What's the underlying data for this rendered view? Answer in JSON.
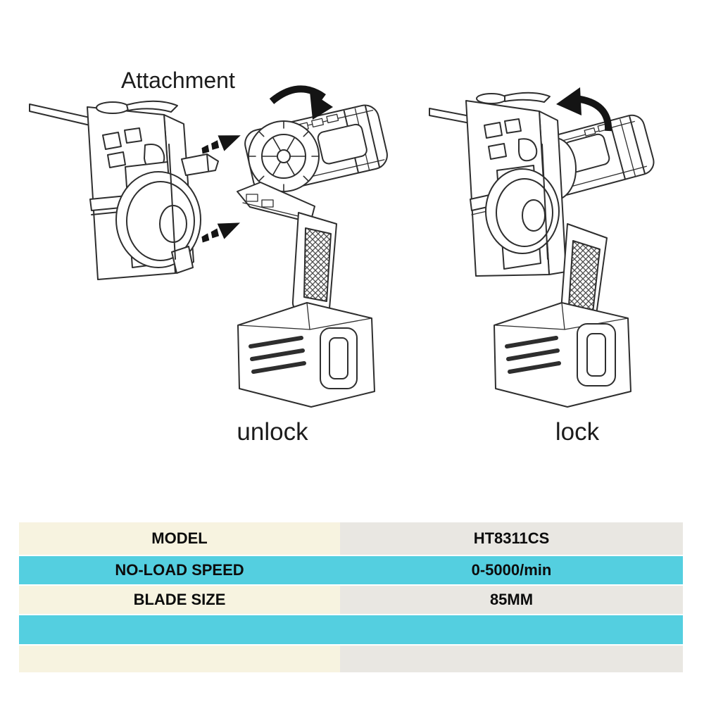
{
  "diagram": {
    "attachment_label": "Attachment",
    "unlock_label": "unlock",
    "lock_label": "lock",
    "icons": {
      "insert_arrows": "dashed arrows showing attachment sliding onto drill",
      "rotate_clockwise_arrow": "curved arrow above drill head (unlock direction)",
      "rotate_counterclockwise_arrow": "curved arrow above assembled tool (lock direction)"
    }
  },
  "spec_table": {
    "rows": [
      {
        "label": "MODEL",
        "value": "HT8311CS"
      },
      {
        "label": "NO-LOAD SPEED",
        "value": "0-5000/min"
      },
      {
        "label": "BLADE SIZE",
        "value": "85MM"
      },
      {
        "label": "",
        "value": ""
      },
      {
        "label": "",
        "value": ""
      }
    ]
  },
  "colors": {
    "row_highlight_cyan": "#54cfe0",
    "row_cream": "#f7f3e0",
    "value_column_gray": "#e9e7e2",
    "text": "#0c0c0c",
    "line_art": "#2e2e2e"
  }
}
